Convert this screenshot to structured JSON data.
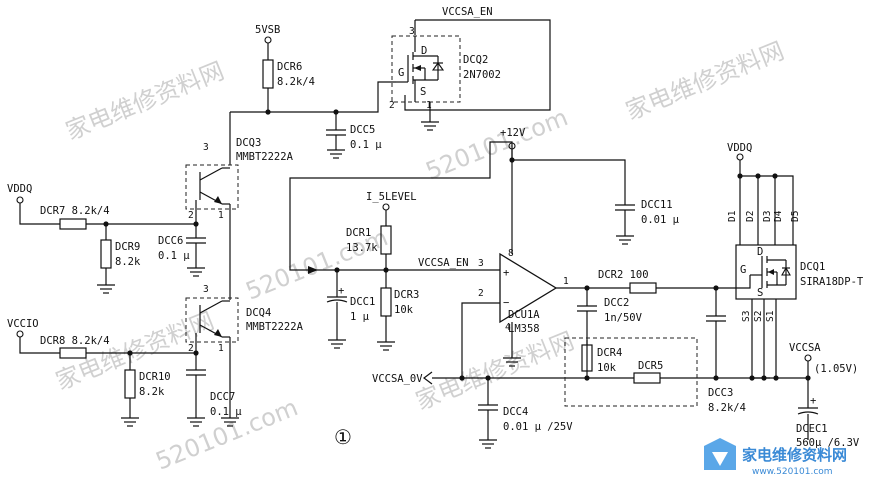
{
  "labels": {
    "vccsa_en_top": "VCCSA_EN",
    "vsb5": "5VSB",
    "dcr6_ref": "DCR6",
    "dcr6_val": "8.2k/4",
    "dcq2_ref": "DCQ2",
    "dcq2_part": "2N7002",
    "dcq2_pin_d": "D",
    "dcq2_pin_g": "G",
    "dcq2_pin_s": "S",
    "dcq2_pin3": "3",
    "dcq2_pin2": "2",
    "dcq2_pin1": "1",
    "dcc5_ref": "DCC5",
    "dcc5_val": "0.1 μ",
    "dcq3_ref": "DCQ3",
    "dcq3_part": "MMBT2222A",
    "dcq3_pin3": "3",
    "dcq3_pin2": "2",
    "dcq3_pin1": "1",
    "vddq_left": "VDDQ",
    "dcr7": "DCR7  8.2k/4",
    "dcr9_ref": "DCR9",
    "dcr9_val": "8.2k",
    "dcc6_ref": "DCC6",
    "dcc6_val": "0.1 μ",
    "dcq4_ref": "DCQ4",
    "dcq4_part": "MMBT2222A",
    "dcq4_pin3": "3",
    "dcq4_pin2": "2",
    "dcq4_pin1": "1",
    "vccio": "VCCIO",
    "dcr8": "DCR8  8.2k/4",
    "dcr10_ref": "DCR10",
    "dcr10_val": "8.2k",
    "dcc7_ref": "DCC7",
    "dcc7_val": "0.1 μ",
    "circled_num": "①",
    "i5level": "I_5LEVEL",
    "dcr1_ref": "DCR1",
    "dcr1_val": "13.7k",
    "dcc1_ref": "DCC1",
    "dcc1_val": "1 μ",
    "dcr3_ref": "DCR3",
    "dcr3_val": "10k",
    "vccsa_en_mid": "VCCSA_EN",
    "vccsa_0v": "VCCSA_0V",
    "p12v": "+12V",
    "dcc11_ref": "DCC11",
    "dcc11_val": "0.01 μ",
    "opamp_pin8": "8",
    "opamp_pin3": "3",
    "opamp_pin2": "2",
    "opamp_pin1": "1",
    "opamp_pin4": "4",
    "dcu1_ref": "DCU1A",
    "dcu1_part": "LM358",
    "dcr2": "DCR2  100",
    "dcc2_ref": "DCC2",
    "dcc2_val": "1n/50V",
    "dcr4_ref": "DCR4",
    "dcr4_val": "10k",
    "dcr5_ref": "DCR5",
    "dcc3_ref": "DCC3",
    "dcc3_val": "8.2k/4",
    "dcc4_ref": "DCC4",
    "dcc4_val": "0.01 μ /25V",
    "vddq_right": "VDDQ",
    "dcq1_ref": "DCQ1",
    "dcq1_part": "SIRA18DP-T",
    "dcq1_d": "D",
    "dcq1_g": "G",
    "dcq1_s": "S",
    "dcq1_pins_d": [
      "D1",
      "D2",
      "D3",
      "D4",
      "D5"
    ],
    "dcq1_pins_s": [
      "S3",
      "S2",
      "S1"
    ],
    "vccsa": "VCCSA",
    "vccsa_volt": "(1.05V)",
    "dcec1_ref": "DCEC1",
    "dcec1_val": "560μ /6.3V"
  },
  "watermark": {
    "text_cn": "家电维修资料网",
    "text_url": "520101.com",
    "logo_cn": "家电维修资料网",
    "logo_url": "www.520101.com"
  },
  "colors": {
    "ink": "#111111",
    "watermark": "#d0d0d0",
    "logo_blue": "#3a8ad6"
  }
}
